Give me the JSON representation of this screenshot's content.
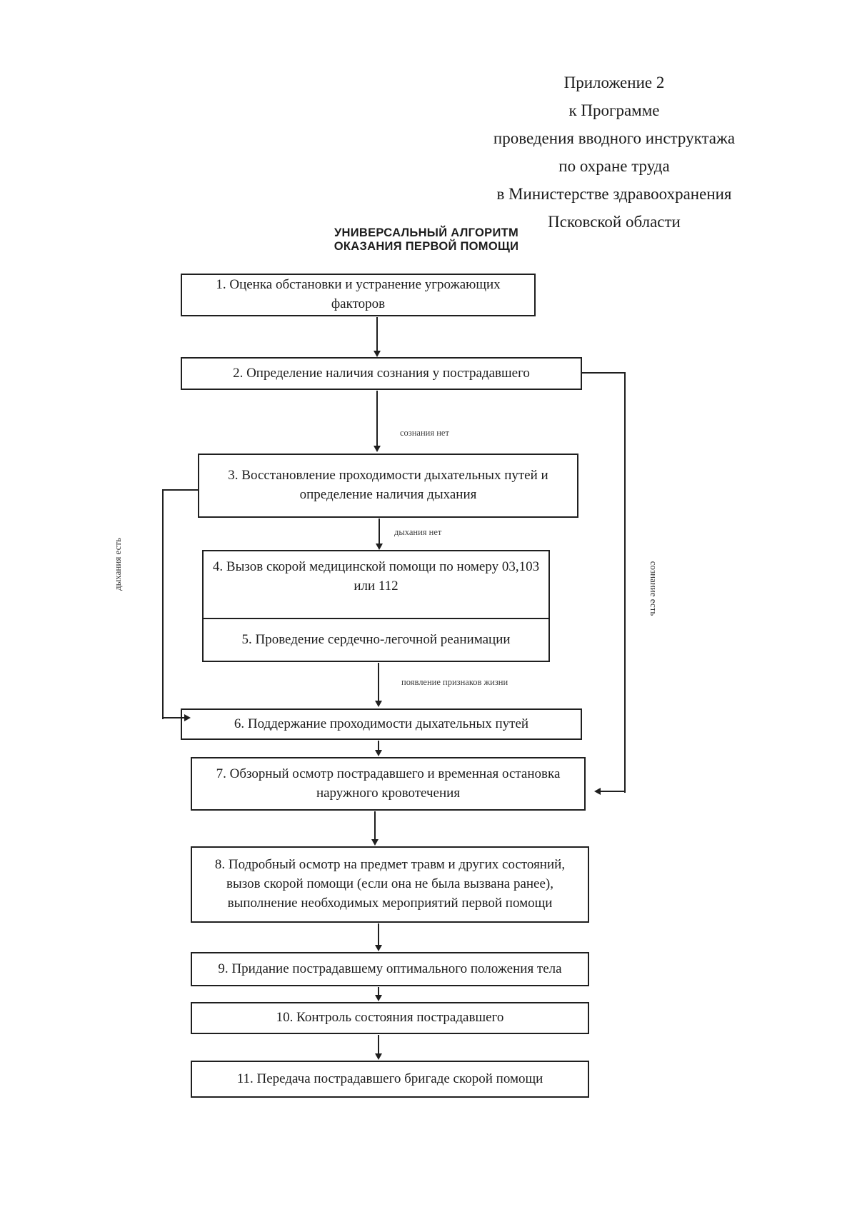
{
  "header": {
    "lines": [
      "Приложение 2",
      "к Программе",
      "проведения вводного инструктажа",
      "по охране труда",
      "в Министерстве здравоохранения",
      "Псковской области"
    ]
  },
  "title": {
    "line1": "УНИВЕРСАЛЬНЫЙ АЛГОРИТМ",
    "line2": "ОКАЗАНИЯ ПЕРВОЙ ПОМОЩИ"
  },
  "flowchart": {
    "nodes": [
      {
        "label": "1. Оценка обстановки и устранение угрожающих факторов"
      },
      {
        "label": "2. Определение наличия сознания у пострадавшего"
      },
      {
        "label": "3. Восстановление проходимости дыхательных путей и определение наличия дыхания"
      },
      {
        "label": "4. Вызов скорой медицинской помощи по номеру 03,103 или 112"
      },
      {
        "label": "5. Проведение сердечно-легочной реанимации"
      },
      {
        "label": "6. Поддержание проходимости дыхательных путей"
      },
      {
        "label": "7. Обзорный осмотр пострадавшего и временная остановка наружного кровотечения"
      },
      {
        "label": "8. Подробный осмотр на предмет травм и других состояний, вызов скорой помощи (если она не была вызвана ранее), выполнение необходимых мероприятий первой помощи"
      },
      {
        "label": "9. Придание пострадавшему оптимального положения тела"
      },
      {
        "label": "10. Контроль состояния пострадавшего"
      },
      {
        "label": "11. Передача пострадавшего бригаде скорой помощи"
      }
    ],
    "edge_labels": {
      "consciousness_absent": "сознания нет",
      "breathing_absent": "дыхания нет",
      "signs_of_life": "появление признаков жизни",
      "breathing_present": "дыхания есть",
      "consciousness_present": "сознание есть"
    }
  },
  "colors": {
    "ink": "#1f1f1f",
    "paper": "#ffffff"
  }
}
